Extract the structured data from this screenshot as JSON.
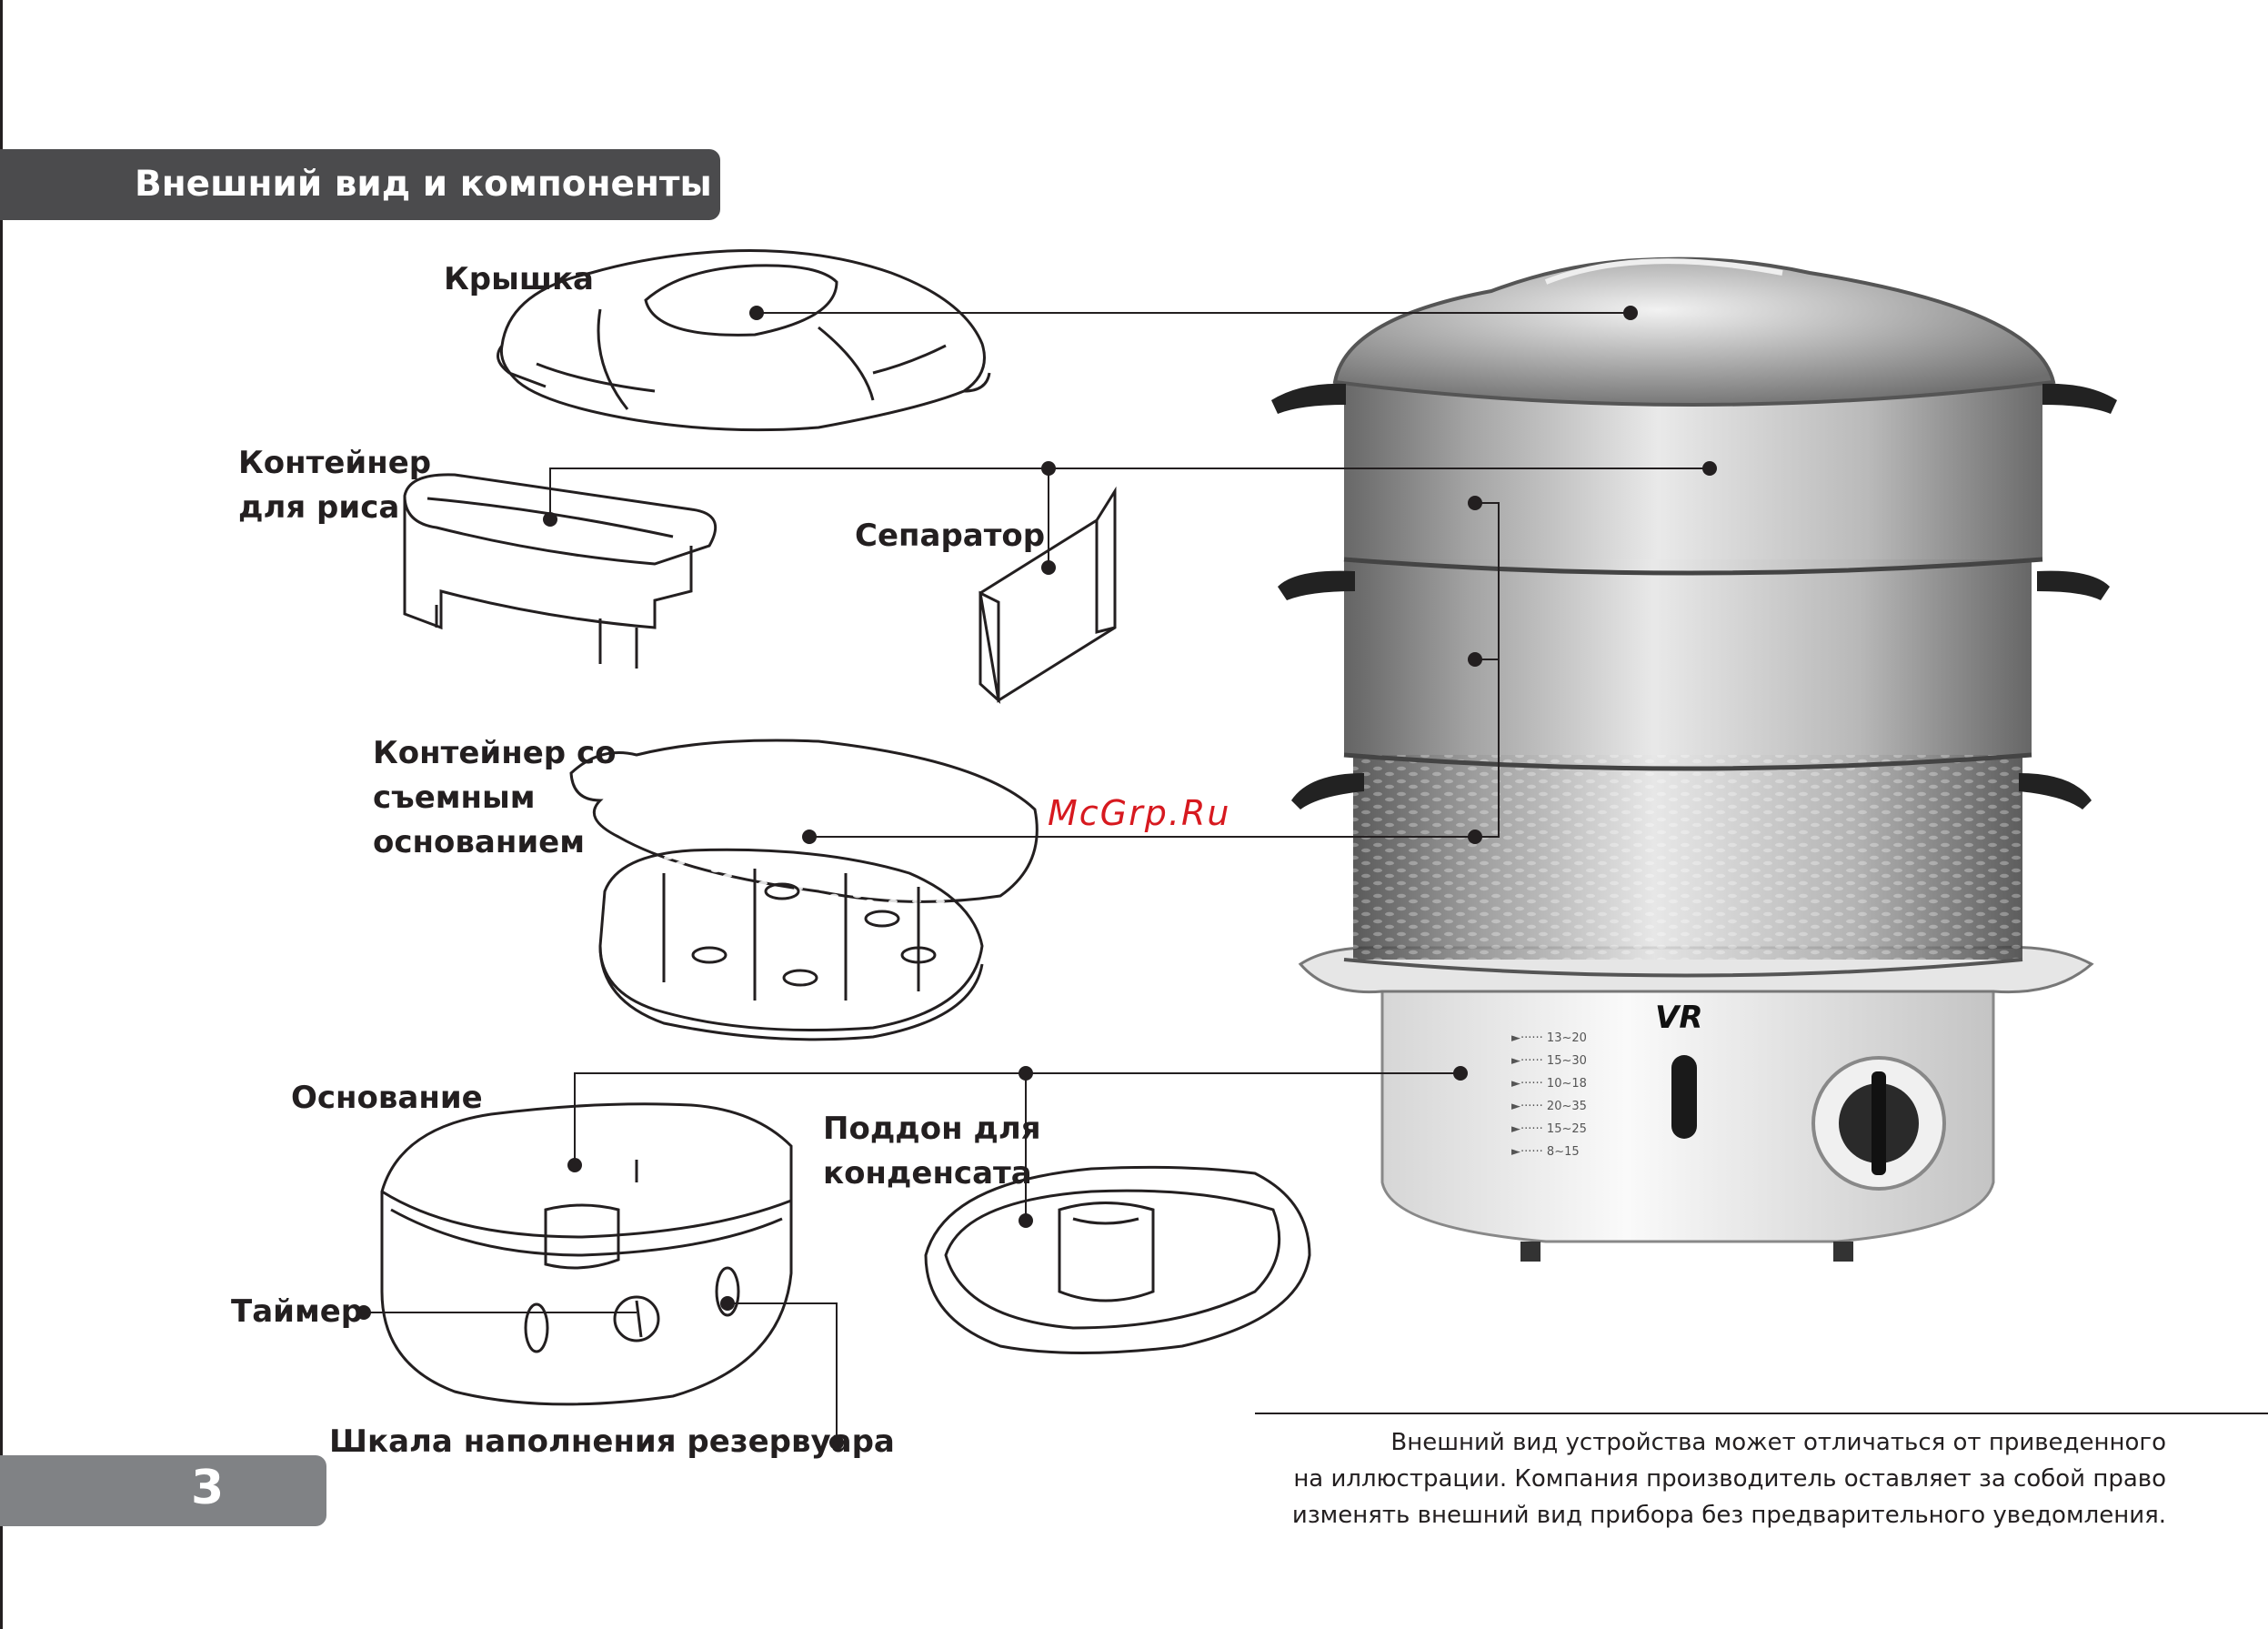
{
  "section_title": "Внешний вид и компоненты",
  "page_number": "3",
  "labels": {
    "lid": "Крышка",
    "rice_container_1": "Контейнер",
    "rice_container_2": "для риса",
    "separator": "Сепаратор",
    "container_1": "Контейнер со",
    "container_2": "съемным",
    "container_3": "основанием",
    "base": "Основание",
    "drip_tray_1": "Поддон для",
    "drip_tray_2": "конденсата",
    "timer": "Таймер",
    "water_scale": "Шкала наполнения резервуара"
  },
  "watermark": "McGrp.Ru",
  "brand_logo": "VR",
  "disclaimer": [
    "Внешний вид устройства может отличаться от приведенного",
    "на иллюстрации. Компания производитель оставляет за собой право",
    "изменять внешний вид прибора без предварительного уведомления."
  ]
}
